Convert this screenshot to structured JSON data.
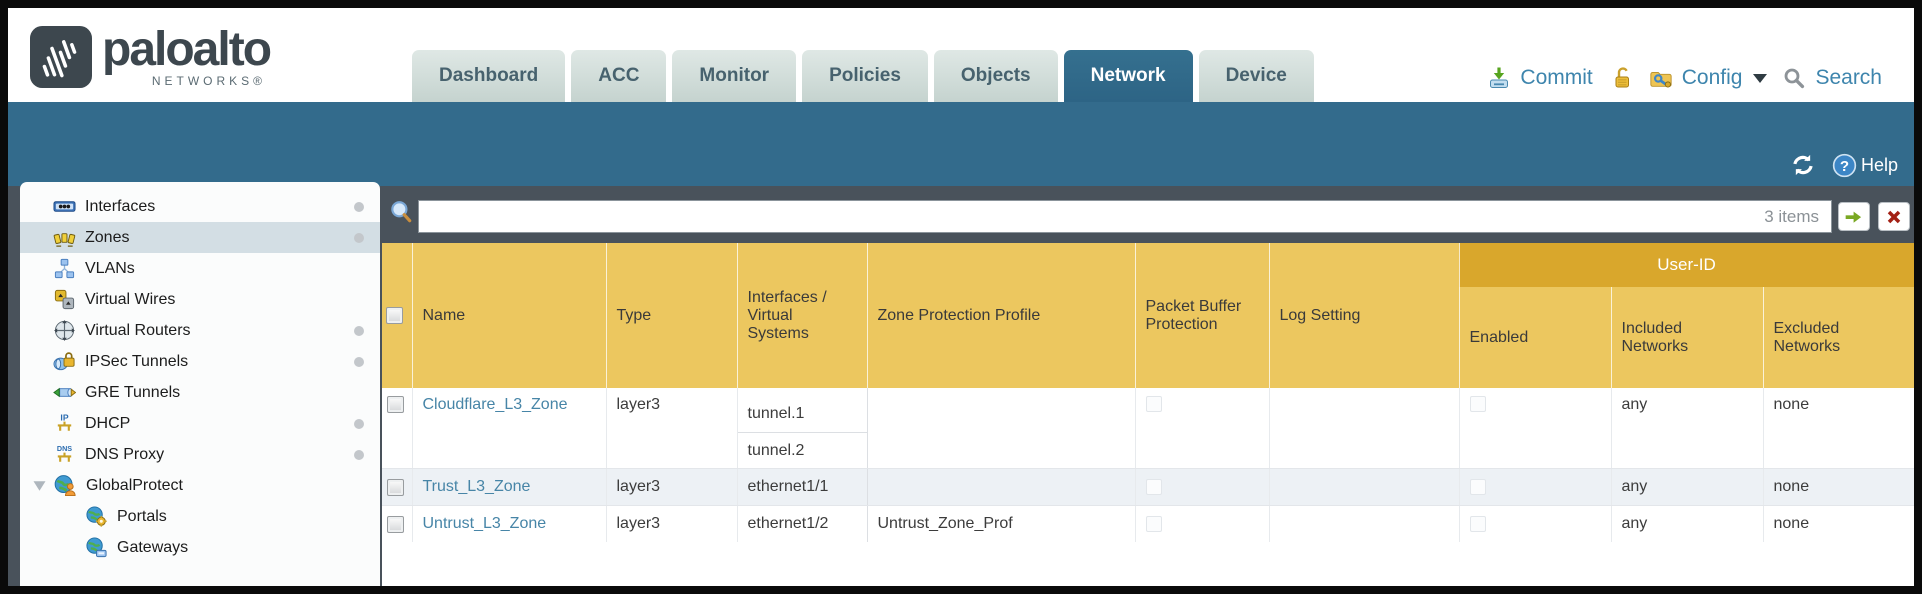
{
  "header": {
    "logo": {
      "brand": "paloalto",
      "sub": "NETWORKS®"
    },
    "tabs": [
      {
        "label": "Dashboard",
        "active": false
      },
      {
        "label": "ACC",
        "active": false
      },
      {
        "label": "Monitor",
        "active": false
      },
      {
        "label": "Policies",
        "active": false
      },
      {
        "label": "Objects",
        "active": false
      },
      {
        "label": "Network",
        "active": true
      },
      {
        "label": "Device",
        "active": false
      }
    ],
    "actions": {
      "commit": "Commit",
      "config": "Config",
      "search": "Search"
    }
  },
  "banner": {
    "help": "Help"
  },
  "sidebar": {
    "items": [
      {
        "label": "Interfaces",
        "icon": "interfaces-icon",
        "selected": false,
        "has_dot": true
      },
      {
        "label": "Zones",
        "icon": "zones-icon",
        "selected": true,
        "has_dot": true
      },
      {
        "label": "VLANs",
        "icon": "vlans-icon",
        "selected": false,
        "has_dot": false
      },
      {
        "label": "Virtual Wires",
        "icon": "virtual-wires-icon",
        "selected": false,
        "has_dot": false
      },
      {
        "label": "Virtual Routers",
        "icon": "virtual-routers-icon",
        "selected": false,
        "has_dot": true
      },
      {
        "label": "IPSec Tunnels",
        "icon": "ipsec-tunnels-icon",
        "selected": false,
        "has_dot": true
      },
      {
        "label": "GRE Tunnels",
        "icon": "gre-tunnels-icon",
        "selected": false,
        "has_dot": false
      },
      {
        "label": "DHCP",
        "icon": "dhcp-icon",
        "selected": false,
        "has_dot": true
      },
      {
        "label": "DNS Proxy",
        "icon": "dns-proxy-icon",
        "selected": false,
        "has_dot": true
      },
      {
        "label": "GlobalProtect",
        "icon": "globalprotect-icon",
        "selected": false,
        "has_dot": false,
        "expanded": true
      },
      {
        "label": "Portals",
        "icon": "portals-icon",
        "selected": false,
        "has_dot": false,
        "child": true
      },
      {
        "label": "Gateways",
        "icon": "gateways-icon",
        "selected": false,
        "has_dot": false,
        "child": true
      }
    ]
  },
  "filter": {
    "count": "3 items"
  },
  "table": {
    "group_header": "User-ID",
    "columns": {
      "name": "Name",
      "type": "Type",
      "interfaces": "Interfaces / Virtual Systems",
      "zone_protection_profile": "Zone Protection Profile",
      "packet_buffer_protection": "Packet Buffer Protection",
      "log_setting": "Log Setting",
      "enabled": "Enabled",
      "included_networks": "Included Networks",
      "excluded_networks": "Excluded Networks"
    },
    "rows": [
      {
        "name": "Cloudflare_L3_Zone",
        "type": "layer3",
        "interfaces": [
          "tunnel.1",
          "tunnel.2"
        ],
        "zone_protection_profile": "",
        "log_setting": "",
        "included_networks": "any",
        "excluded_networks": "none"
      },
      {
        "name": "Trust_L3_Zone",
        "type": "layer3",
        "interfaces": [
          "ethernet1/1"
        ],
        "zone_protection_profile": "",
        "log_setting": "",
        "included_networks": "any",
        "excluded_networks": "none"
      },
      {
        "name": "Untrust_L3_Zone",
        "type": "layer3",
        "interfaces": [
          "ethernet1/2"
        ],
        "zone_protection_profile": "Untrust_Zone_Prof",
        "log_setting": "",
        "included_networks": "any",
        "excluded_networks": "none"
      }
    ]
  }
}
